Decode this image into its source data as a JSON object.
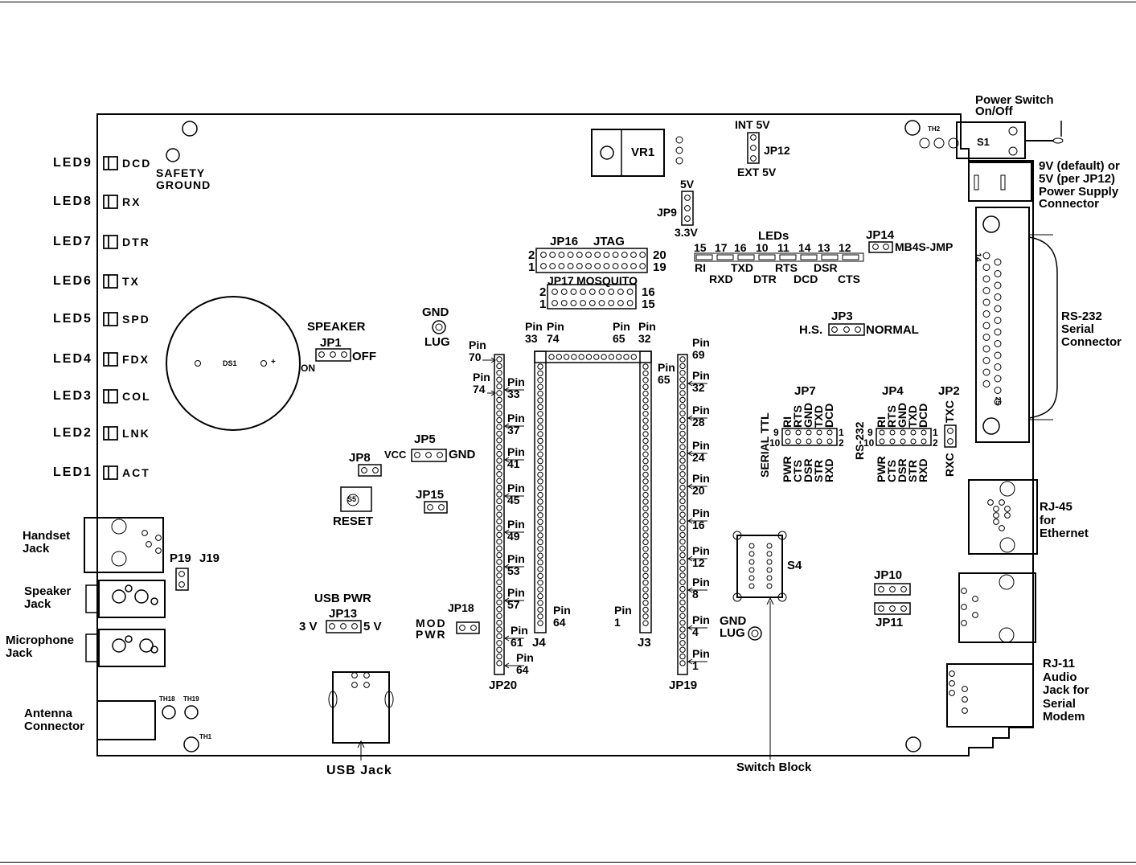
{
  "leds": [
    {
      "id": "LED9",
      "sig": "DCD"
    },
    {
      "id": "LED8",
      "sig": "RX"
    },
    {
      "id": "LED7",
      "sig": "DTR"
    },
    {
      "id": "LED6",
      "sig": "TX"
    },
    {
      "id": "LED5",
      "sig": "SPD"
    },
    {
      "id": "LED4",
      "sig": "FDX"
    },
    {
      "id": "LED3",
      "sig": "COL"
    },
    {
      "id": "LED2",
      "sig": "LNK"
    },
    {
      "id": "LED1",
      "sig": "ACT"
    }
  ],
  "labels": {
    "safety_ground": "SAFETY\nGROUND",
    "speaker": "SPEAKER",
    "jp1": "JP1",
    "off": "OFF",
    "on": "ON",
    "ds1": "DS1",
    "ds1_plus": "+",
    "jp8": "JP8",
    "vcc": "VCC",
    "jp5": "JP5",
    "gnd": "GND",
    "reset": "RESET",
    "s5": "S5",
    "jp15": "JP15",
    "usb_pwr": "USB PWR",
    "jp13": "JP13",
    "v3": "3 V",
    "v5": "5 V",
    "usb_jack": "USB Jack",
    "jp18": "JP18",
    "mod": "MOD",
    "pwr": "PWR",
    "gnd_lug_top": "GND",
    "lug_top": "LUG",
    "gnd_lug_bot": "GND",
    "lug_bot": "LUG",
    "vr1": "VR1",
    "int5v": "INT 5V",
    "ext5v": "EXT 5V",
    "jp12": "JP12",
    "jp9_5v": "5V",
    "jp9": "JP9",
    "jp9_33v": "3.3V",
    "jp16": "JP16",
    "jtag": "JTAG",
    "jp17": "JP17",
    "mosquito": "MOSQUITO",
    "n2": "2",
    "n1": "1",
    "n20": "20",
    "n19": "19",
    "n16": "16",
    "n15": "15",
    "leds_title": "LEDs",
    "jp14": "JP14",
    "mb4s": "MB4S-JMP",
    "jp3": "JP3",
    "hs": "H.S.",
    "normal": "NORMAL",
    "jp7": "JP7",
    "jp4": "JP4",
    "jp2": "JP2",
    "serial_ttl": "SERIAL TTL",
    "rs232_v": "RS-232",
    "txc": "TXC",
    "rxc": "RXC",
    "n9": "9",
    "n10": "10",
    "s4": "S4",
    "switch_block": "Switch Block",
    "jp10": "JP10",
    "jp11": "JP11",
    "th2": "TH2",
    "s1": "S1",
    "th18": "TH18",
    "th19": "TH19",
    "th1": "TH1",
    "power_switch": "Power Switch\nOn/Off",
    "power_supply": "9V (default) or\n5V (per JP12)\nPower Supply\nConnector",
    "rs232_conn": "RS-232\nSerial\nConnector",
    "rj45": "RJ-45\nfor\nEthernet",
    "rj11": "RJ-11\nAudio\nJack for\nSerial\nModem",
    "handset": "Handset\nJack",
    "speaker_jack": "Speaker\nJack",
    "mic": "Microphone\nJack",
    "antenna": "Antenna\nConnector",
    "p19": "P19",
    "j19": "J19",
    "j4": "J4",
    "j3": "J3",
    "jp20": "JP20",
    "jp19": "JP19",
    "db14": "14",
    "db25": "25"
  },
  "led_numbers": [
    "15",
    "17",
    "16",
    "10",
    "11",
    "14",
    "13",
    "12"
  ],
  "led_signals_top": [
    "RI",
    "TXD",
    "RTS",
    "DSR"
  ],
  "led_signals_bot": [
    "RXD",
    "DTR",
    "DCD",
    "CTS"
  ],
  "jp7_top": [
    "RI",
    "RTS",
    "GND",
    "TXD",
    "DCD"
  ],
  "jp7_bot": [
    "PWR",
    "CTS",
    "DSR",
    "STR",
    "RXD"
  ],
  "jp4_top": [
    "RI",
    "RTS",
    "GND",
    "TXD",
    "DCD"
  ],
  "jp4_bot": [
    "PWR",
    "CTS",
    "DSR",
    "STR",
    "RXD"
  ],
  "jp20_pins": [
    {
      "t": "Pin\n70"
    },
    {
      "t": "Pin\n74"
    },
    {
      "t": "Pin\n33"
    },
    {
      "t": "Pin\n37"
    },
    {
      "t": "Pin\n41"
    },
    {
      "t": "Pin\n45"
    },
    {
      "t": "Pin\n49"
    },
    {
      "t": "Pin\n53"
    },
    {
      "t": "Pin\n57"
    },
    {
      "t": "Pin\n61"
    },
    {
      "t": "Pin\n64"
    }
  ],
  "jp19_pins": [
    {
      "t": "Pin\n69"
    },
    {
      "t": "Pin\n65"
    },
    {
      "t": "Pin\n32"
    },
    {
      "t": "Pin\n28"
    },
    {
      "t": "Pin\n24"
    },
    {
      "t": "Pin\n20"
    },
    {
      "t": "Pin\n16"
    },
    {
      "t": "Pin\n12"
    },
    {
      "t": "Pin\n8"
    },
    {
      "t": "Pin\n4"
    },
    {
      "t": "Pin\n1"
    }
  ],
  "j4_pins": [
    {
      "t": "Pin\n33"
    },
    {
      "t": "Pin\n74"
    },
    {
      "t": "Pin\n64"
    }
  ],
  "j3_pins": [
    {
      "t": "Pin\n65"
    },
    {
      "t": "Pin\n32"
    },
    {
      "t": "Pin\n1"
    }
  ]
}
